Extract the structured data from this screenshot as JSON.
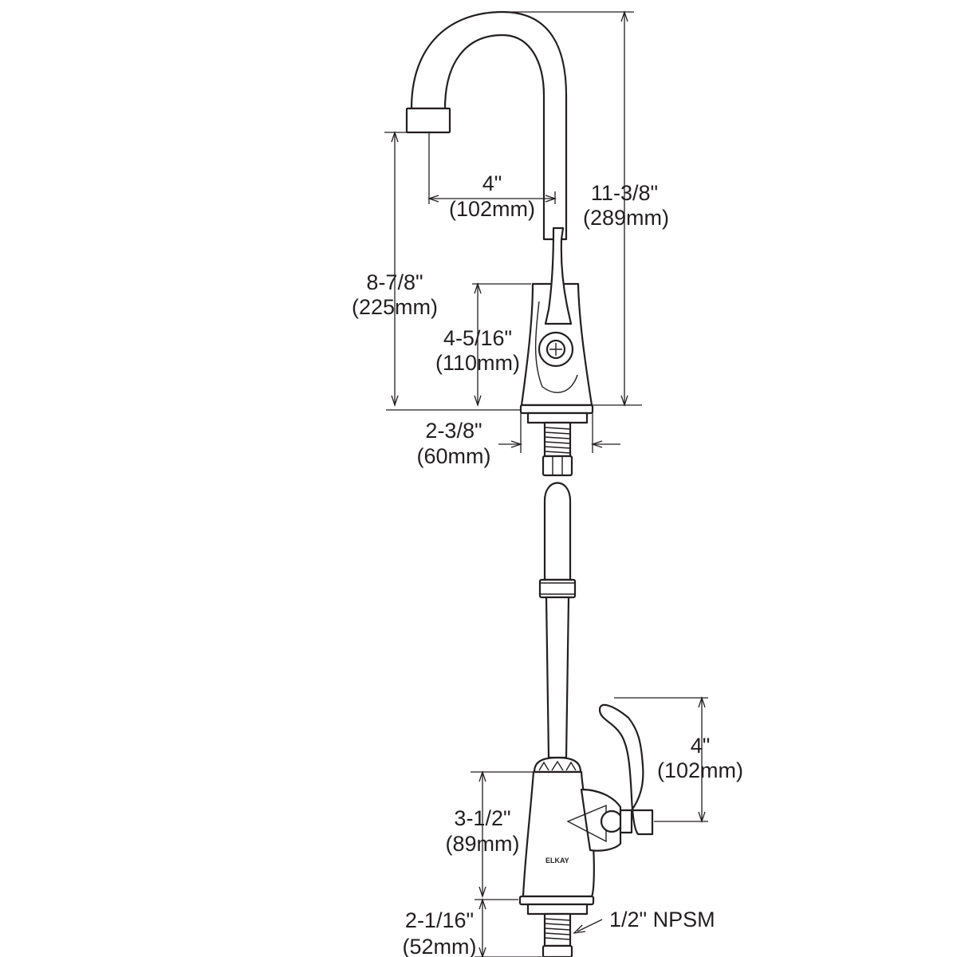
{
  "drawing": {
    "brand_logo": "ELKAY",
    "colors": {
      "line": "#231f20",
      "background": "#ffffff"
    }
  },
  "top_view": {
    "dim_overall_height": {
      "imperial": "11-3/8\"",
      "metric": "(289mm)"
    },
    "dim_spout_reach": {
      "imperial": "4\"",
      "metric": "(102mm)"
    },
    "dim_outlet_height": {
      "imperial": "8-7/8\"",
      "metric": "(225mm)"
    },
    "dim_body_height": {
      "imperial": "4-5/16\"",
      "metric": "(110mm)"
    },
    "dim_base_width": {
      "imperial": "2-3/8\"",
      "metric": "(60mm)"
    }
  },
  "bottom_view": {
    "dim_handle_height": {
      "imperial": "4\"",
      "metric": "(102mm)"
    },
    "dim_body_height": {
      "imperial": "3-1/2\"",
      "metric": "(89mm)"
    },
    "dim_shank_length": {
      "imperial": "2-1/16\"",
      "metric": "(52mm)"
    },
    "thread_callout": "1/2\" NPSM"
  }
}
